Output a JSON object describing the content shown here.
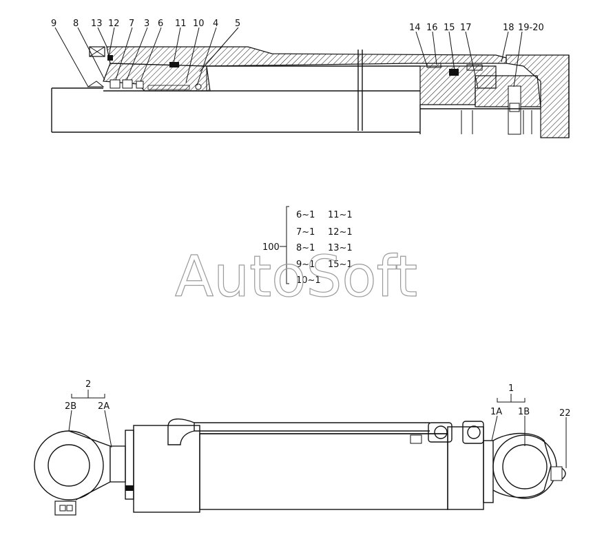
{
  "section_callouts": [
    "9",
    "8",
    "13",
    "12",
    "7",
    "3",
    "6",
    "11",
    "10",
    "4",
    "5",
    "14",
    "16",
    "15",
    "17",
    "18",
    "19-20"
  ],
  "kit": {
    "label": "100",
    "items": [
      "6~1",
      "11~1",
      "7~1",
      "12~1",
      "8~1",
      "13~1",
      "9~1",
      "15~1",
      "10~1"
    ]
  },
  "assembly_callouts": {
    "group2": "2",
    "part_2b": "2B",
    "part_2a": "2A",
    "group1": "1",
    "part_1a": "1A",
    "part_1b": "1B",
    "part_22": "22"
  },
  "watermark": "AutoSoft",
  "colors": {
    "ink": "#111111",
    "watermark": "#9a9a9a",
    "background": "#ffffff"
  }
}
